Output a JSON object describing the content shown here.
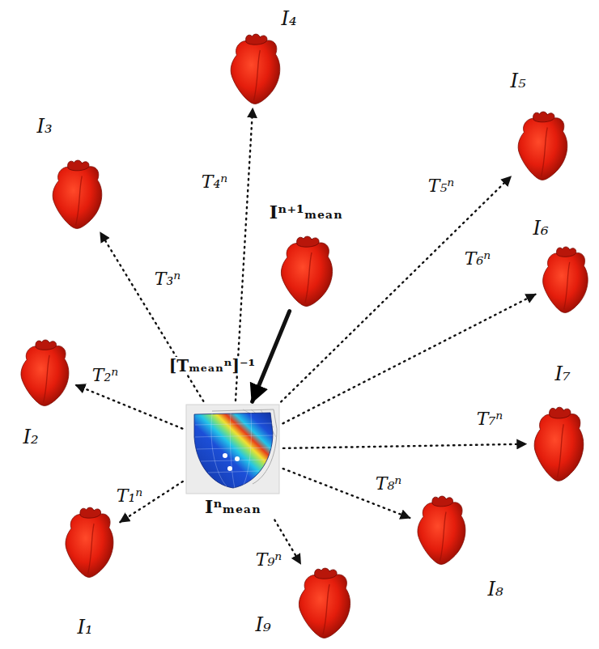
{
  "diagram": {
    "nodes": [
      {
        "text": [
          "Iⁿₘₑₐₙ"
        ]
      },
      {
        "text": [
          "I₁"
        ]
      },
      {
        "text": [
          "I₂"
        ]
      },
      {
        "text": [
          "I₃"
        ]
      },
      {
        "text": [
          "I₄"
        ]
      },
      {
        "text": [
          "I₅"
        ]
      },
      {
        "text": [
          "I₆"
        ]
      },
      {
        "text": [
          "I₇"
        ]
      },
      {
        "text": [
          "I₈"
        ]
      },
      {
        "text": [
          "I₉"
        ]
      },
      {
        "text": [
          "Iⁿ⁺¹ₘₑₐₙ"
        ]
      }
    ],
    "edges": [
      {
        "from": 0,
        "to": 1,
        "arrow": "to",
        "label": "T₁ⁿ"
      },
      {
        "from": 0,
        "to": 2,
        "arrow": "to",
        "label": "T₂ⁿ"
      },
      {
        "from": 0,
        "to": 3,
        "arrow": "to",
        "label": "T₃ⁿ"
      },
      {
        "from": 0,
        "to": 4,
        "arrow": "to",
        "label": "T₄ⁿ"
      },
      {
        "from": 0,
        "to": 5,
        "arrow": "to",
        "label": "T₅ⁿ"
      },
      {
        "from": 0,
        "to": 6,
        "arrow": "to",
        "label": "T₆ⁿ"
      },
      {
        "from": 0,
        "to": 7,
        "arrow": "to",
        "label": "T₇ⁿ"
      },
      {
        "from": 0,
        "to": 8,
        "arrow": "to",
        "label": "T₈ⁿ"
      },
      {
        "from": 0,
        "to": 9,
        "arrow": "to",
        "label": "T₉ⁿ"
      },
      {
        "from": 10,
        "to": 0,
        "arrow": "to",
        "label": "[Tₘₑₐₙⁿ]⁻¹"
      }
    ]
  }
}
